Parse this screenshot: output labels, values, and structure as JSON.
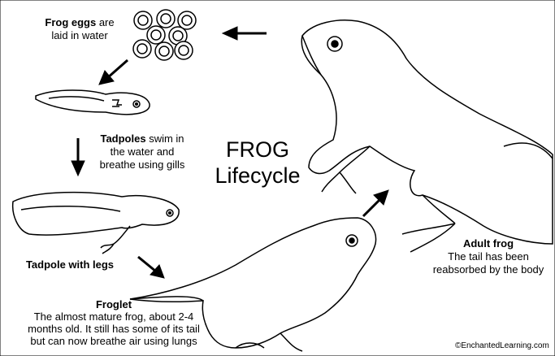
{
  "title": {
    "line1": "FROG",
    "line2": "Lifecycle"
  },
  "stages": {
    "eggs": {
      "bold": "Frog eggs",
      "text1": " are",
      "text2": "laid in water"
    },
    "tadpoles": {
      "bold": "Tadpoles",
      "text1": " swim in",
      "text2": "the water and",
      "text3": "breathe using gills"
    },
    "tadpole_legs": {
      "bold": "Tadpole with legs"
    },
    "froglet": {
      "bold": "Froglet",
      "text1": "The almost mature frog, about 2-4",
      "text2": "months old. It still has some of its tail",
      "text3": "but can now breathe air using lungs"
    },
    "adult": {
      "bold": "Adult frog",
      "text1": "The tail has been",
      "text2": "reabsorbed by the body"
    }
  },
  "credit": "©EnchantedLearning.com"
}
